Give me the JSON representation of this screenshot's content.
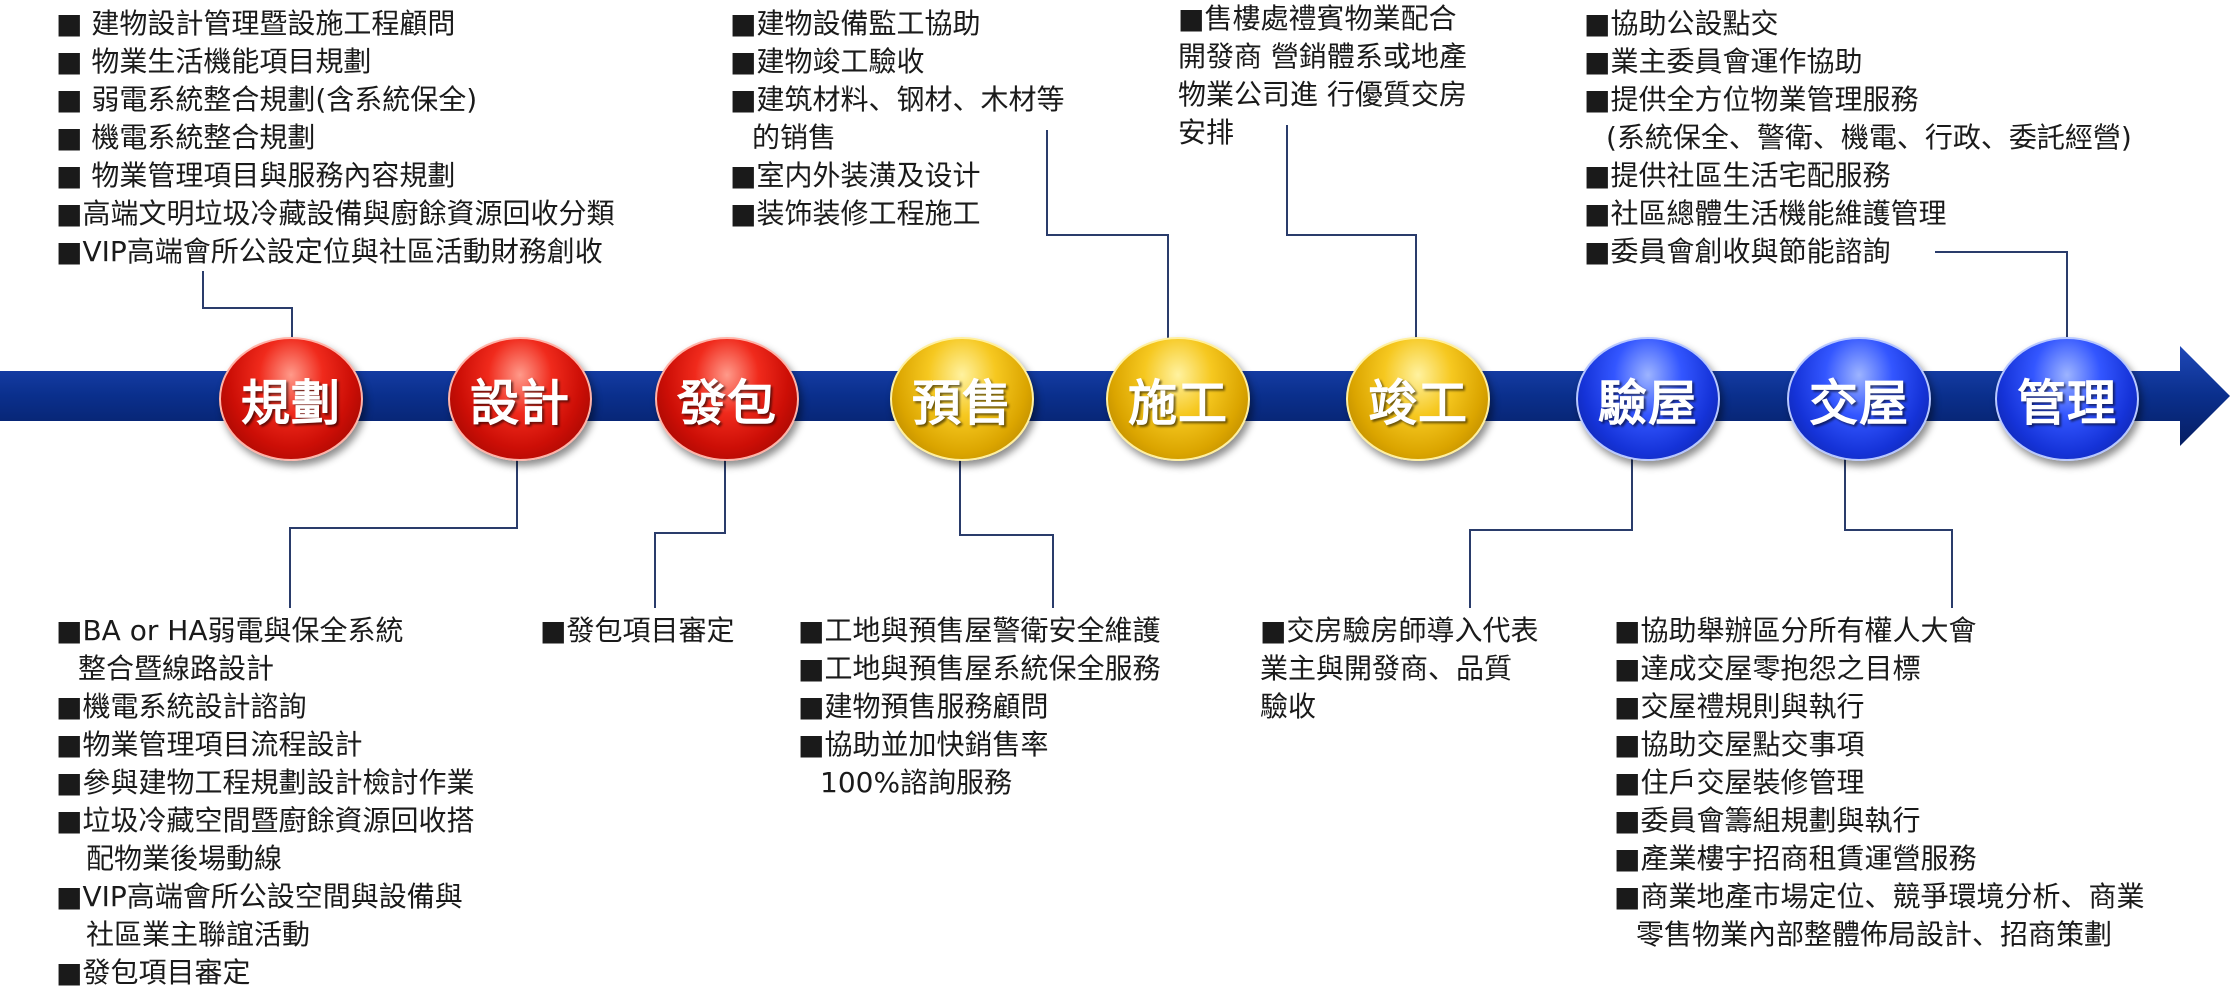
{
  "stages": [
    {
      "label": "規劃",
      "color": "red"
    },
    {
      "label": "設計",
      "color": "red"
    },
    {
      "label": "發包",
      "color": "red"
    },
    {
      "label": "預售",
      "color": "gold"
    },
    {
      "label": "施工",
      "color": "gold"
    },
    {
      "label": "竣工",
      "color": "gold"
    },
    {
      "label": "驗屋",
      "color": "blue"
    },
    {
      "label": "交屋",
      "color": "blue"
    },
    {
      "label": "管理",
      "color": "blue"
    }
  ],
  "colors": {
    "arrow": "#0a2f8c",
    "connector": "#2a3c6b",
    "red": "#d8130a",
    "gold": "#e8b40a",
    "blue": "#1c3ce0"
  },
  "planning_items": [
    {
      "lines": [
        "■ 建物設計管理暨設施工程顧問"
      ]
    },
    {
      "lines": [
        "■ 物業生活機能項目規劃"
      ]
    },
    {
      "lines": [
        "■ 弱電系統整合規劃(含系統保全)"
      ]
    },
    {
      "lines": [
        "■ 機電系統整合規劃"
      ]
    },
    {
      "lines": [
        "■ 物業管理項目與服務內容規劃"
      ]
    },
    {
      "lines": [
        "■高端文明垃圾冷藏設備與廚餘資源回收分類"
      ]
    },
    {
      "lines": [
        "■VIP高端會所公設定位與社區活動財務創收"
      ]
    }
  ],
  "construction_items": [
    {
      "lines": [
        "■建物設備監工協助"
      ]
    },
    {
      "lines": [
        "■建物竣工驗收"
      ]
    },
    {
      "lines": [
        "■建筑材料、钢材、木材等",
        "的销售"
      ]
    },
    {
      "lines": [
        "■室内外装潢及设计"
      ]
    },
    {
      "lines": [
        "■装饰装修工程施工"
      ]
    }
  ],
  "completion_items": [
    {
      "lines": [
        "■售樓處禮賓物業配合",
        "開發商 營銷體系或地產",
        "物業公司進 行優質交房",
        "安排"
      ]
    }
  ],
  "management_items": [
    {
      "lines": [
        "■協助公設點交"
      ]
    },
    {
      "lines": [
        "■業主委員會運作協助"
      ]
    },
    {
      "lines": [
        "■提供全方位物業管理服務",
        "(系統保全、警衛、機電、行政、委託經營)"
      ]
    },
    {
      "lines": [
        "■提供社區生活宅配服務"
      ]
    },
    {
      "lines": [
        "■社區總體生活機能維護管理"
      ]
    },
    {
      "lines": [
        "■委員會創收與節能諮詢"
      ]
    }
  ],
  "design_items": [
    {
      "lines": [
        "■BA or HA弱電與保全系統",
        "整合暨線路設計"
      ]
    },
    {
      "lines": [
        "■機電系統設計諮詢"
      ]
    },
    {
      "lines": [
        "■物業管理項目流程設計"
      ]
    },
    {
      "lines": [
        "■參與建物工程規劃設計檢討作業"
      ]
    },
    {
      "lines": [
        "■垃圾冷藏空間暨廚餘資源回收搭",
        "配物業後場動線"
      ]
    },
    {
      "lines": [
        "■VIP高端會所公設空間與設備與",
        "社區業主聯誼活動"
      ]
    },
    {
      "lines": [
        "■發包項目審定"
      ]
    }
  ],
  "tender_items": [
    {
      "lines": [
        "■發包項目審定"
      ]
    }
  ],
  "presale_items": [
    {
      "lines": [
        "■工地與預售屋警衛安全維護"
      ]
    },
    {
      "lines": [
        "■工地與預售屋系統保全服務"
      ]
    },
    {
      "lines": [
        "■建物預售服務顧問"
      ]
    },
    {
      "lines": [
        "■協助並加快銷售率",
        "100%諮詢服務"
      ]
    }
  ],
  "inspection_items": [
    {
      "lines": [
        "■交房驗房師導入代表",
        "業主與開發商、品質",
        "驗收"
      ]
    }
  ],
  "handover_items": [
    {
      "lines": [
        "■協助舉辦區分所有權人大會"
      ]
    },
    {
      "lines": [
        "■達成交屋零抱怨之目標"
      ]
    },
    {
      "lines": [
        "■交屋禮規則與執行"
      ]
    },
    {
      "lines": [
        "■協助交屋點交事項"
      ]
    },
    {
      "lines": [
        "■住戶交屋裝修管理"
      ]
    },
    {
      "lines": [
        "■委員會籌組規劃與執行"
      ]
    },
    {
      "lines": [
        "■產業樓宇招商租賃運營服務"
      ]
    },
    {
      "lines": [
        "■商業地產市場定位、競爭環境分析、商業",
        "零售物業內部整體佈局設計、招商策劃"
      ]
    }
  ]
}
